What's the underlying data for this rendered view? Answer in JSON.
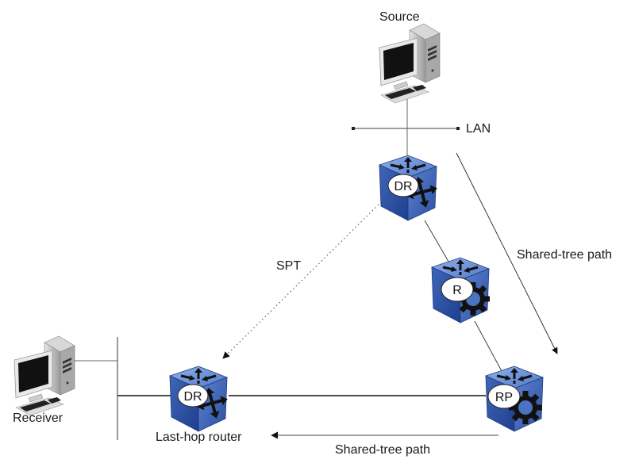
{
  "diagram": {
    "type": "network-topology",
    "subject": "PIM-SM shared tree vs shortest-path tree (SPT)",
    "nodes": [
      {
        "id": "source",
        "kind": "computer",
        "label": "Source"
      },
      {
        "id": "receiver",
        "kind": "computer",
        "label": "Receiver"
      },
      {
        "id": "dr-source",
        "kind": "router-switch",
        "badge": "DR"
      },
      {
        "id": "r",
        "kind": "router",
        "badge": "R"
      },
      {
        "id": "rp",
        "kind": "router",
        "badge": "RP"
      },
      {
        "id": "dr-last-hop",
        "kind": "router-switch",
        "badge": "DR",
        "label": "Last-hop router"
      }
    ],
    "segments": [
      {
        "id": "lan",
        "label": "LAN"
      },
      {
        "id": "receiver-lan",
        "label": ""
      }
    ],
    "links": [
      {
        "from": "source",
        "to": "lan"
      },
      {
        "from": "lan",
        "to": "dr-source"
      },
      {
        "from": "dr-source",
        "to": "r"
      },
      {
        "from": "r",
        "to": "rp"
      },
      {
        "from": "rp",
        "to": "dr-last-hop"
      },
      {
        "from": "dr-last-hop",
        "to": "receiver-lan"
      },
      {
        "from": "receiver",
        "to": "receiver-lan"
      }
    ],
    "flows": [
      {
        "id": "spt",
        "label": "SPT",
        "from": "dr-source",
        "to": "dr-last-hop",
        "style": "dotted"
      },
      {
        "id": "shared-tree-right",
        "label": "Shared-tree path",
        "from": "lan",
        "to": "rp",
        "style": "solid"
      },
      {
        "id": "shared-tree-bottom",
        "label": "Shared-tree path",
        "from": "rp",
        "to": "dr-last-hop",
        "style": "solid"
      }
    ]
  },
  "labels": {
    "source": "Source",
    "lan": "LAN",
    "receiver": "Receiver",
    "last_hop": "Last-hop router",
    "spt": "SPT",
    "shared_tree_right": "Shared-tree path",
    "shared_tree_bottom": "Shared-tree path",
    "dr_top": "DR",
    "r": "R",
    "rp": "RP",
    "dr_bottom": "DR"
  },
  "colors": {
    "router_blue": "#4a73c2",
    "router_dark": "#23408a",
    "line": "#555555",
    "text": "#1a1a1a"
  }
}
